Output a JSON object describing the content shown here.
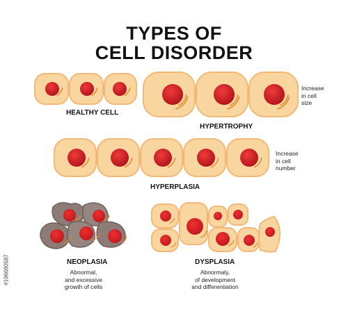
{
  "title": {
    "line1": "TYPES OF",
    "line2": "CELL DISORDER"
  },
  "sections": {
    "healthy": {
      "label": "HEALTHY CELL"
    },
    "hypertrophy": {
      "label": "HYPERTROPHY",
      "note": [
        "Increase",
        "in cell",
        "size"
      ]
    },
    "hyperplasia": {
      "label": "HYPERPLASIA",
      "note": [
        "Increase",
        "in cell",
        "number"
      ]
    },
    "neoplasia": {
      "label": "NEOPLASIA",
      "caption": [
        "Abnormal,",
        "and excessive",
        "growth of cells"
      ]
    },
    "dysplasia": {
      "label": "DYSPLASIA",
      "caption": [
        "Abnormaly,",
        "of development",
        "and differentiation"
      ]
    }
  },
  "watermark": "#196660587",
  "colors": {
    "cytoplasm": "#f9d6a0",
    "cell_outline": "#f2b877",
    "nucleus": "#d81f26",
    "nucleus_dark": "#b3151b",
    "organelle": "#e58a2b",
    "tumor_cell": "#8c7b76",
    "tumor_outline": "#6f605b"
  }
}
